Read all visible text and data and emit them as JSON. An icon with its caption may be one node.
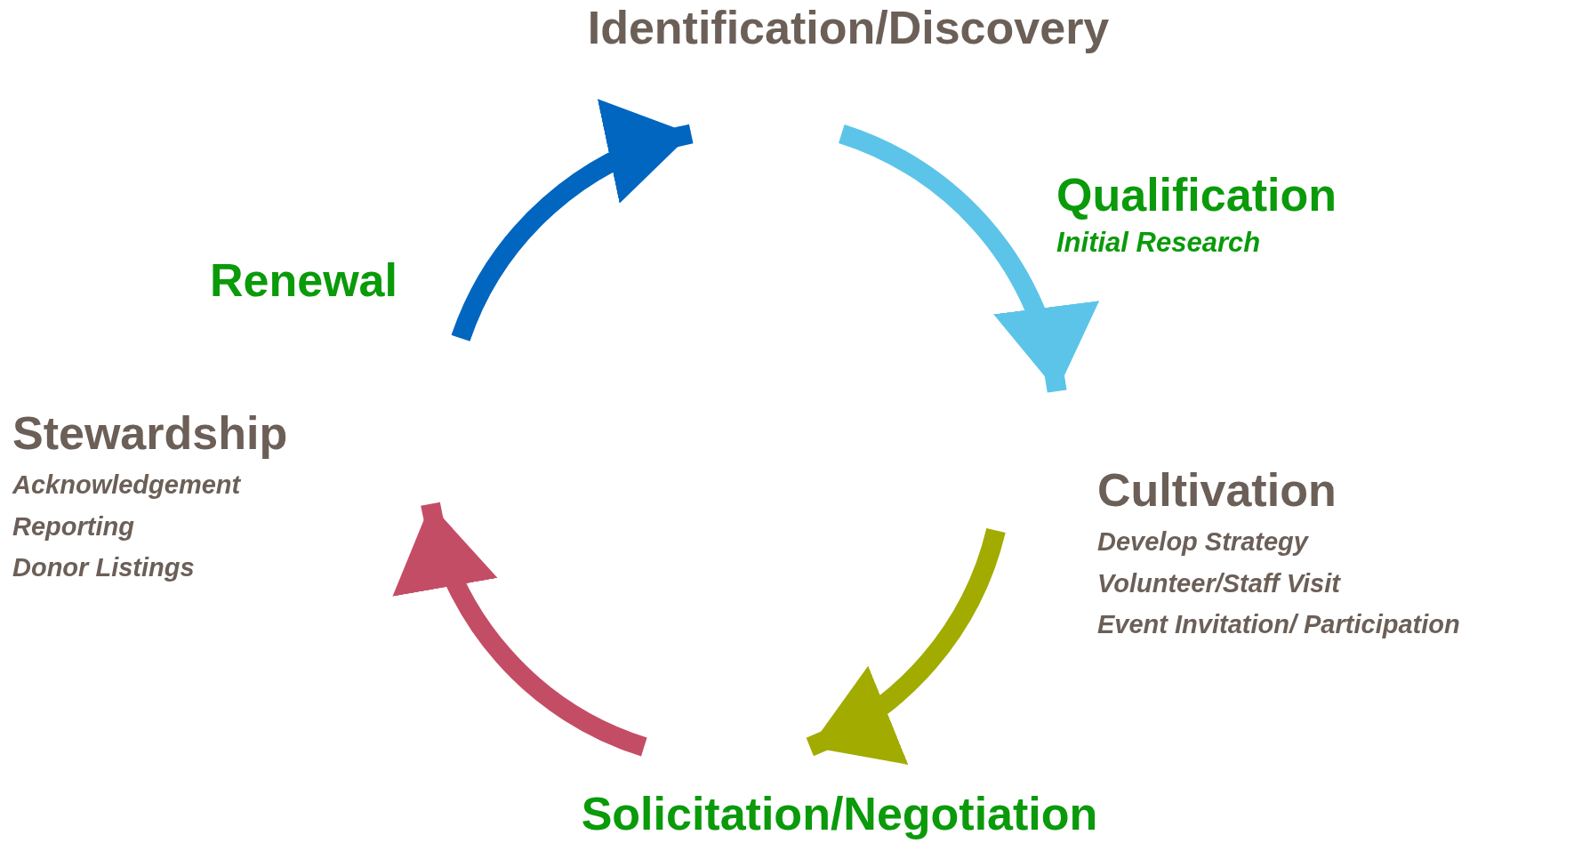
{
  "diagram": {
    "nodes": [
      {
        "text": [
          "Identification/Discovery"
        ]
      },
      {
        "text": [
          "Qualification",
          "Initial Research"
        ]
      },
      {
        "text": [
          "Cultivation",
          "Develop Strategy",
          "Volunteer/Staff Visit",
          "Event Invitation/ Participation"
        ]
      },
      {
        "text": [
          "Solicitation/Negotiation"
        ]
      },
      {
        "text": [
          "Stewardship",
          "Acknowledgement",
          "Reporting",
          "Donor Listings"
        ]
      },
      {
        "text": [
          "Renewal"
        ]
      }
    ],
    "edges": [
      {
        "from": 5,
        "to": 0,
        "arrow": "to",
        "color": "#0066c0"
      },
      {
        "from": 0,
        "to": 2,
        "arrow": "to",
        "color": "#5cc4e8"
      },
      {
        "from": 2,
        "to": 3,
        "arrow": "to",
        "color": "#a2ab00"
      },
      {
        "from": 3,
        "to": 4,
        "arrow": "to",
        "color": "#c44d66"
      }
    ]
  }
}
